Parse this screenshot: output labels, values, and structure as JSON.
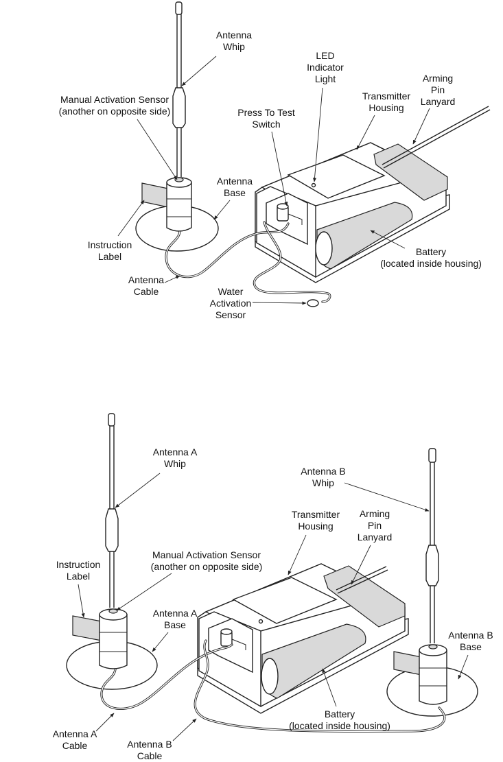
{
  "diagram_1": {
    "labels": {
      "antenna_whip": [
        "Antenna",
        "Whip"
      ],
      "manual_activation_sensor": [
        "Manual Activation Sensor",
        "(another on opposite side)"
      ],
      "led_indicator_light": [
        "LED",
        "Indicator",
        "Light"
      ],
      "transmitter_housing": [
        "Transmitter",
        "Housing"
      ],
      "arming_pin_lanyard": [
        "Arming",
        "Pin",
        "Lanyard"
      ],
      "press_to_test_switch": [
        "Press To Test",
        "Switch"
      ],
      "antenna_base": [
        "Antenna",
        "Base"
      ],
      "instruction_label": [
        "Instruction",
        "Label"
      ],
      "battery": [
        "Battery",
        "(located inside housing)"
      ],
      "antenna_cable": [
        "Antenna",
        "Cable"
      ],
      "water_activation_sensor": [
        "Water",
        "Activation",
        "Sensor"
      ]
    }
  },
  "diagram_2": {
    "labels": {
      "antenna_a_whip": [
        "Antenna A",
        "Whip"
      ],
      "antenna_b_whip": [
        "Antenna B",
        "Whip"
      ],
      "transmitter_housing": [
        "Transmitter",
        "Housing"
      ],
      "arming_pin_lanyard": [
        "Arming",
        "Pin",
        "Lanyard"
      ],
      "instruction_label": [
        "Instruction",
        "Label"
      ],
      "manual_activation_sensor": [
        "Manual Activation Sensor",
        "(another on opposite side)"
      ],
      "antenna_a_base": [
        "Antenna A",
        "Base"
      ],
      "antenna_b_base": [
        "Antenna B",
        "Base"
      ],
      "battery": [
        "Battery",
        "(located inside housing)"
      ],
      "antenna_a_cable": [
        "Antenna A",
        "Cable"
      ],
      "antenna_b_cable": [
        "Antenna B",
        "Cable"
      ]
    }
  }
}
